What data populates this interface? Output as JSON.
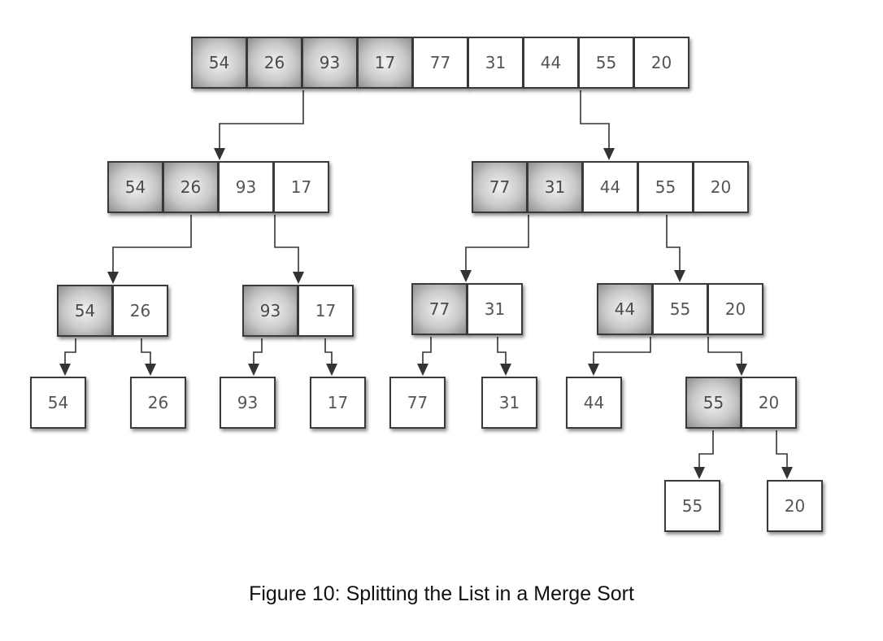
{
  "caption": "Figure 10: Splitting the List in a Merge Sort",
  "colors": {
    "shaded_cell": "#9a9a9a",
    "cell_border": "#3a3a3a",
    "arrow": "#333333"
  },
  "nodes": [
    {
      "id": "root",
      "values": [
        "54",
        "26",
        "93",
        "17",
        "77",
        "31",
        "44",
        "55",
        "20"
      ],
      "shaded": [
        true,
        true,
        true,
        true,
        false,
        false,
        false,
        false,
        false
      ]
    },
    {
      "id": "l",
      "values": [
        "54",
        "26",
        "93",
        "17"
      ],
      "shaded": [
        true,
        true,
        false,
        false
      ]
    },
    {
      "id": "r",
      "values": [
        "77",
        "31",
        "44",
        "55",
        "20"
      ],
      "shaded": [
        true,
        true,
        false,
        false,
        false
      ]
    },
    {
      "id": "ll",
      "values": [
        "54",
        "26"
      ],
      "shaded": [
        true,
        false
      ]
    },
    {
      "id": "lr",
      "values": [
        "93",
        "17"
      ],
      "shaded": [
        true,
        false
      ]
    },
    {
      "id": "rl",
      "values": [
        "77",
        "31"
      ],
      "shaded": [
        true,
        false
      ]
    },
    {
      "id": "rr",
      "values": [
        "44",
        "55",
        "20"
      ],
      "shaded": [
        true,
        false,
        false
      ]
    },
    {
      "id": "lll",
      "values": [
        "54"
      ],
      "shaded": [
        false
      ]
    },
    {
      "id": "llr",
      "values": [
        "26"
      ],
      "shaded": [
        false
      ]
    },
    {
      "id": "lrl",
      "values": [
        "93"
      ],
      "shaded": [
        false
      ]
    },
    {
      "id": "lrr",
      "values": [
        "17"
      ],
      "shaded": [
        false
      ]
    },
    {
      "id": "rll",
      "values": [
        "77"
      ],
      "shaded": [
        false
      ]
    },
    {
      "id": "rlr",
      "values": [
        "31"
      ],
      "shaded": [
        false
      ]
    },
    {
      "id": "rrl",
      "values": [
        "44"
      ],
      "shaded": [
        false
      ]
    },
    {
      "id": "rrr",
      "values": [
        "55",
        "20"
      ],
      "shaded": [
        true,
        false
      ]
    },
    {
      "id": "rrrl",
      "values": [
        "55"
      ],
      "shaded": [
        false
      ]
    },
    {
      "id": "rrrr",
      "values": [
        "20"
      ],
      "shaded": [
        false
      ]
    }
  ],
  "edges": [
    [
      "root",
      "l"
    ],
    [
      "root",
      "r"
    ],
    [
      "l",
      "ll"
    ],
    [
      "l",
      "lr"
    ],
    [
      "r",
      "rl"
    ],
    [
      "r",
      "rr"
    ],
    [
      "ll",
      "lll"
    ],
    [
      "ll",
      "llr"
    ],
    [
      "lr",
      "lrl"
    ],
    [
      "lr",
      "lrr"
    ],
    [
      "rl",
      "rll"
    ],
    [
      "rl",
      "rlr"
    ],
    [
      "rr",
      "rrl"
    ],
    [
      "rr",
      "rrr"
    ],
    [
      "rrr",
      "rrrl"
    ],
    [
      "rrr",
      "rrrr"
    ]
  ]
}
